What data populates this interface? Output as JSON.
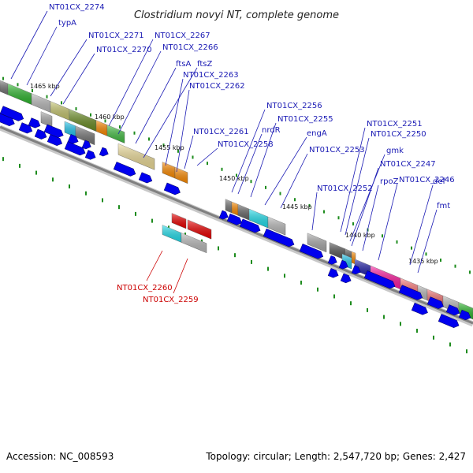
{
  "title": "Clostridium novyi NT, complete genome",
  "footer": {
    "accession": "Accession: NC_008593",
    "summary": "Topology: circular; Length: 2,547,720 bp; Genes: 2,427"
  },
  "scale_labels": [
    "1465 kbp",
    "1460 kbp",
    "1455 kbp",
    "1450 kbp",
    "1445 kbp",
    "1440 kbp",
    "1435 kbp"
  ],
  "gene_labels": [
    "NT01CX_2274",
    "typA",
    "NT01CX_2271",
    "NT01CX_2270",
    "NT01CX_2267",
    "NT01CX_2266",
    "ftsA",
    "ftsZ",
    "NT01CX_2263",
    "NT01CX_2262",
    "NT01CX_2261",
    "NT01CX_2258",
    "NT01CX_2256",
    "nrdR",
    "NT01CX_2255",
    "engA",
    "NT01CX_2253",
    "NT01CX_2252",
    "NT01CX_2251",
    "NT01CX_2250",
    "gmk",
    "NT01CX_2247",
    "rpoZ",
    "NT01CX_2246",
    "def",
    "fmt",
    "NT01CX_2260",
    "NT01CX_2259"
  ],
  "colors": {
    "label_blue": "#1a1ab4",
    "label_red": "#cc0000",
    "arrow_blue": "#0000ee",
    "backbone": "#808080",
    "tick_green": "#1e8c1e"
  }
}
